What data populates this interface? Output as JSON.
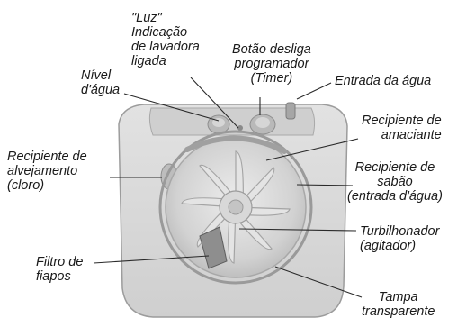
{
  "labels": {
    "luz": [
      "\"Luz\"",
      "Indicação",
      "de lavadora",
      "ligada"
    ],
    "botao": [
      "Botão desliga",
      "programador",
      "(Timer)"
    ],
    "nivel": [
      "Nível",
      "d'água"
    ],
    "entrada": [
      "Entrada da água"
    ],
    "amaciante": [
      "Recipiente de",
      "amaciante"
    ],
    "alvejamento": [
      "Recipiente de",
      "alvejamento",
      "(cloro)"
    ],
    "sabao": [
      "Recipiente de",
      "sabão",
      "(entrada d'água)"
    ],
    "turbilhonador": [
      "Turbilhonador",
      "(agitador)"
    ],
    "filtro": [
      "Filtro de",
      "fiapos"
    ],
    "tampa": [
      "Tampa",
      "transparente"
    ]
  },
  "colors": {
    "body": "#d9d9d9",
    "body_dark": "#b4b4b4",
    "line": "#2a2a2a",
    "text": "#1a1a1a"
  }
}
